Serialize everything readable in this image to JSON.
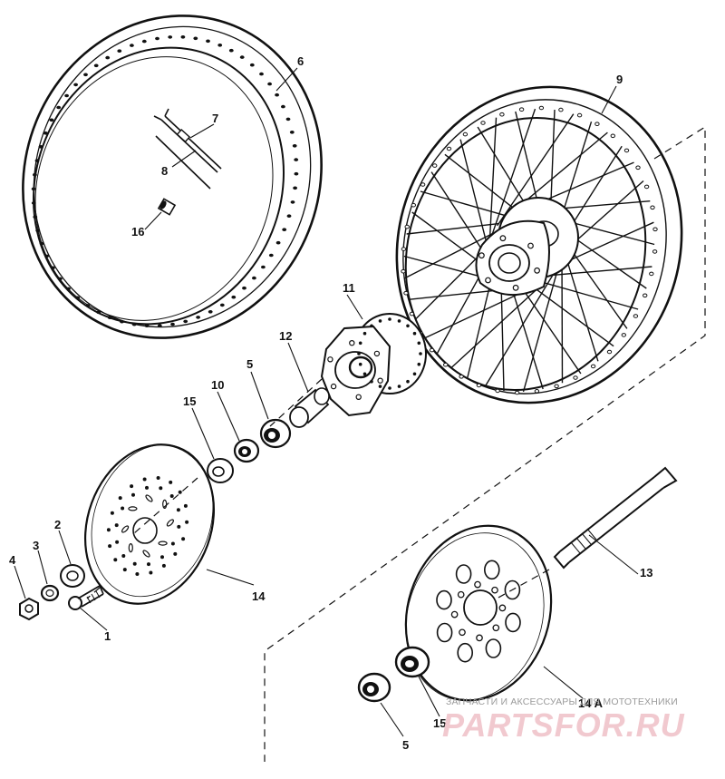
{
  "callouts": {
    "c1": "1",
    "c2": "2",
    "c3": "3",
    "c4": "4",
    "c5a": "5",
    "c5b": "5",
    "c6": "6",
    "c7": "7",
    "c8": "8",
    "c9": "9",
    "c10": "10",
    "c11": "11",
    "c12": "12",
    "c13": "13",
    "c14": "14",
    "c14a": "14 A",
    "c15a": "15",
    "c15b": "15",
    "c16": "16"
  },
  "watermark": {
    "tagline": "ЗАПЧАСТИ И АКСЕССУАРЫ ДЛЯ МОТОТЕХНИКИ",
    "brand": "PARTSFOR.RU",
    "color": "#f1c9cf"
  }
}
